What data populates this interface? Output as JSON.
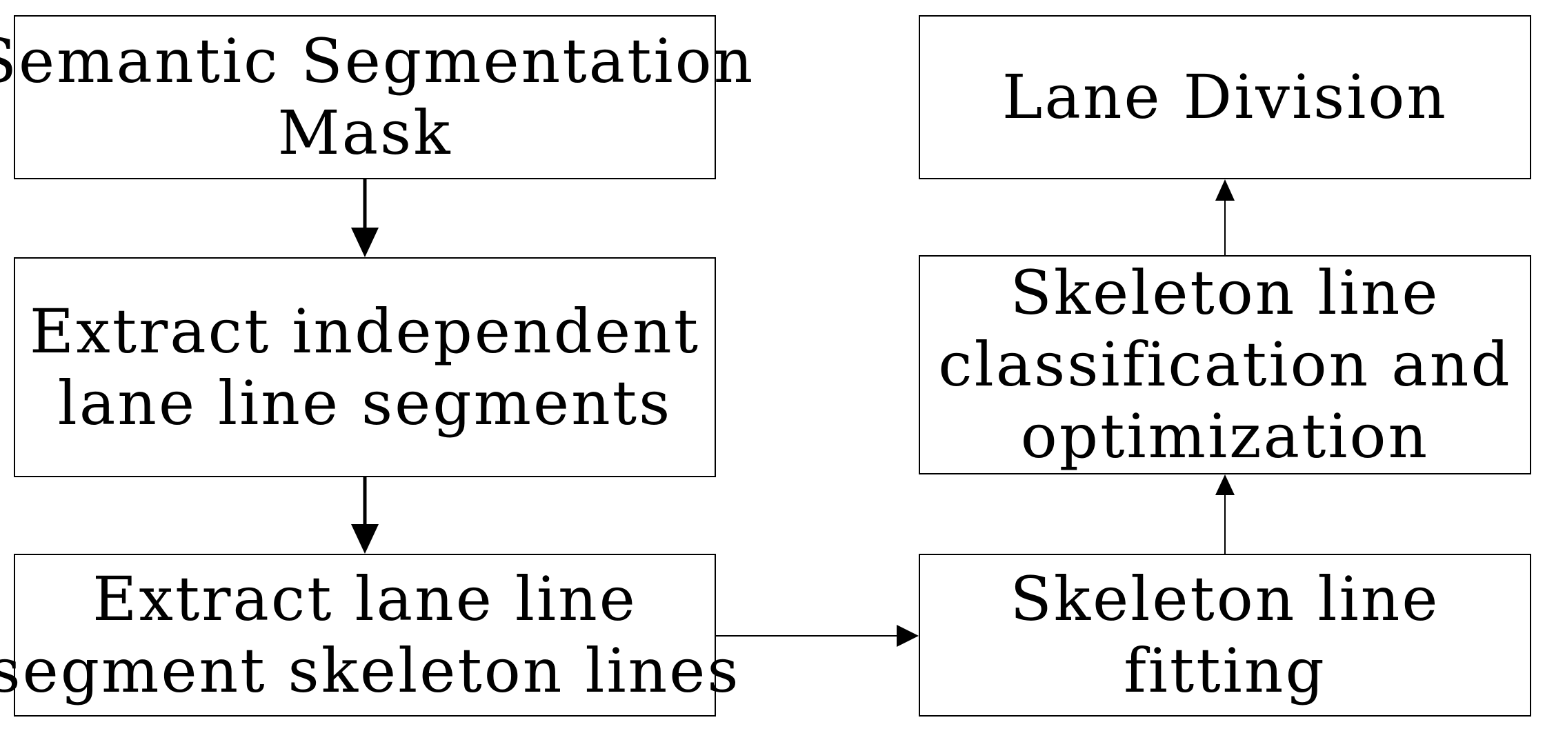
{
  "nodes": {
    "semantic_mask": {
      "lines": [
        "Semantic Segmentation",
        "Mask"
      ]
    },
    "extract_segments": {
      "lines": [
        "Extract independent",
        "lane line segments"
      ]
    },
    "extract_skeleton": {
      "lines": [
        "Extract lane line",
        "segment skeleton lines"
      ]
    },
    "skeleton_fitting": {
      "lines": [
        "Skeleton line",
        "fitting"
      ]
    },
    "skeleton_classification": {
      "lines": [
        "Skeleton line",
        "classification and",
        "optimization"
      ]
    },
    "lane_division": {
      "lines": [
        "Lane Division"
      ]
    }
  },
  "edges": [
    {
      "from": "semantic_mask",
      "to": "extract_segments"
    },
    {
      "from": "extract_segments",
      "to": "extract_skeleton"
    },
    {
      "from": "extract_skeleton",
      "to": "skeleton_fitting"
    },
    {
      "from": "skeleton_fitting",
      "to": "skeleton_classification"
    },
    {
      "from": "skeleton_classification",
      "to": "lane_division"
    }
  ]
}
